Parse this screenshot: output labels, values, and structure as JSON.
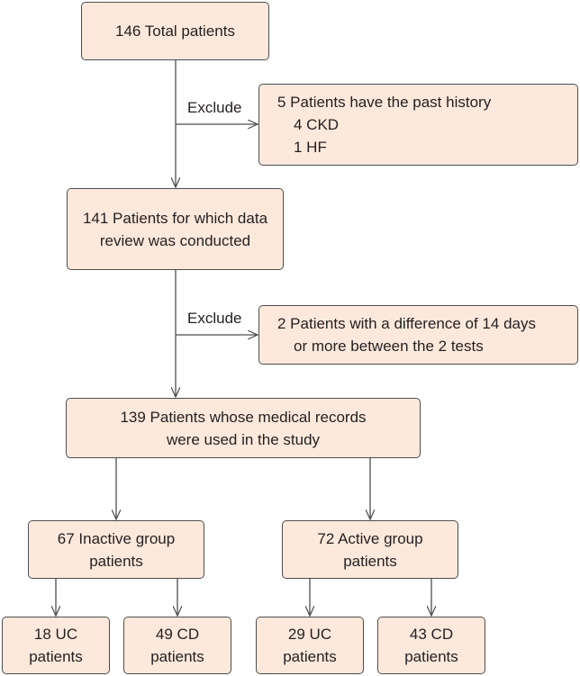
{
  "total": {
    "line1": "146 Total patients"
  },
  "exclude1": {
    "label": "Exclude",
    "line1": "5 Patients have the past history",
    "line2": "4 CKD",
    "line3": "1 HF"
  },
  "reviewed": {
    "line1": "141 Patients for which data",
    "line2": "review was conducted"
  },
  "exclude2": {
    "label": "Exclude",
    "line1": "2 Patients with a difference of 14 days",
    "line2": "or more between the 2 tests"
  },
  "study": {
    "line1": "139 Patients whose medical records",
    "line2": "were used in the study"
  },
  "inactive": {
    "line1": "67 Inactive group",
    "line2": "patients"
  },
  "active": {
    "line1": "72 Active group",
    "line2": "patients"
  },
  "inactive_uc": {
    "line1": "18 UC",
    "line2": "patients"
  },
  "inactive_cd": {
    "line1": "49 CD",
    "line2": "patients"
  },
  "active_uc": {
    "line1": "29 UC",
    "line2": "patients"
  },
  "active_cd": {
    "line1": "43 CD",
    "line2": "patients"
  },
  "colors": {
    "box_fill": "#fde9dc",
    "box_border": "#4d4d4d",
    "line": "#4d4d4d"
  }
}
